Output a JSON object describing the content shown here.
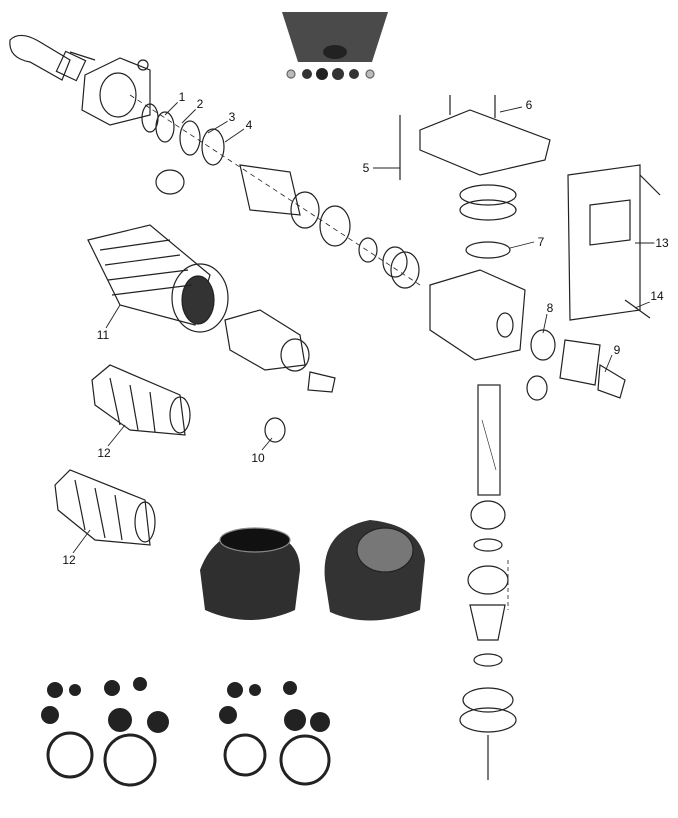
{
  "diagram": {
    "callouts": [
      {
        "id": "c1",
        "text": "1"
      },
      {
        "id": "c2",
        "text": "2"
      },
      {
        "id": "c3",
        "text": "3"
      },
      {
        "id": "c4",
        "text": "4"
      },
      {
        "id": "c5",
        "text": "5"
      },
      {
        "id": "c6",
        "text": "6"
      },
      {
        "id": "c7",
        "text": "7"
      },
      {
        "id": "c8",
        "text": "8"
      },
      {
        "id": "c9",
        "text": "9"
      },
      {
        "id": "c10",
        "text": "10"
      },
      {
        "id": "c11",
        "text": "11"
      },
      {
        "id": "c12a",
        "text": "12"
      },
      {
        "id": "c12b",
        "text": "12"
      },
      {
        "id": "c13",
        "text": "13"
      },
      {
        "id": "c14",
        "text": "14"
      }
    ],
    "colors": {
      "line": "#222222",
      "rubber": "#2b2b2b",
      "photo_gray": "#555555"
    }
  }
}
